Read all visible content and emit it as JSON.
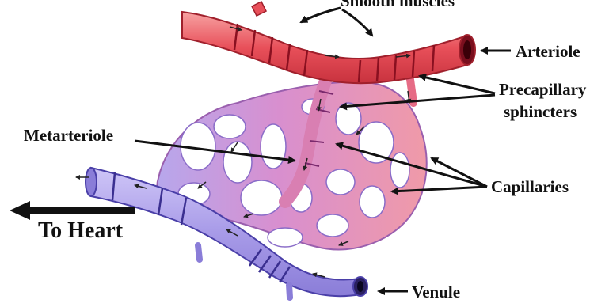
{
  "diagram": {
    "labels": {
      "smooth_muscles": "Smooth muscles",
      "arteriole": "Arteriole",
      "precapillary_line1": "Precapillary",
      "precapillary_line2": "sphincters",
      "metarteriole": "Metarteriole",
      "capillaries": "Capillaries",
      "to_heart": "To Heart",
      "venule": "Venule"
    },
    "colors": {
      "arterial": "#e8505a",
      "arterial_dark": "#b8202e",
      "capillary": "#d98cc4",
      "venous": "#a89be8",
      "venous_dark": "#4a3fa8",
      "text": "#111111"
    }
  }
}
